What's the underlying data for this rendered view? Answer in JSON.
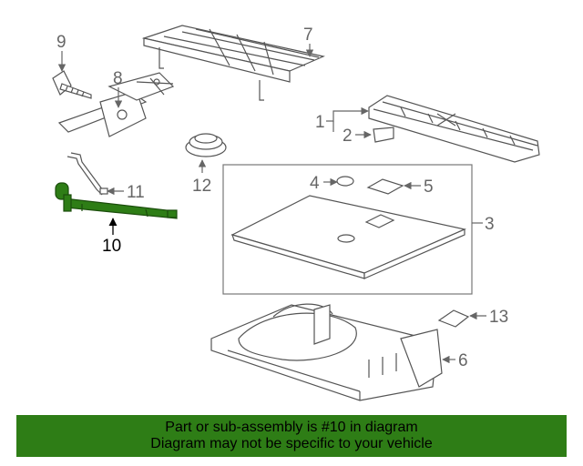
{
  "diagram": {
    "callouts": {
      "c1": "1",
      "c2": "2",
      "c3": "3",
      "c4": "4",
      "c5": "5",
      "c6": "6",
      "c7": "7",
      "c8": "8",
      "c9": "9",
      "c10": "10",
      "c11": "11",
      "c12": "12",
      "c13": "13"
    },
    "highlight_color": "#2e7d16"
  },
  "banner": {
    "line1": "Part or sub-assembly is #10 in diagram",
    "line2": "Diagram may not be specific to your vehicle"
  }
}
